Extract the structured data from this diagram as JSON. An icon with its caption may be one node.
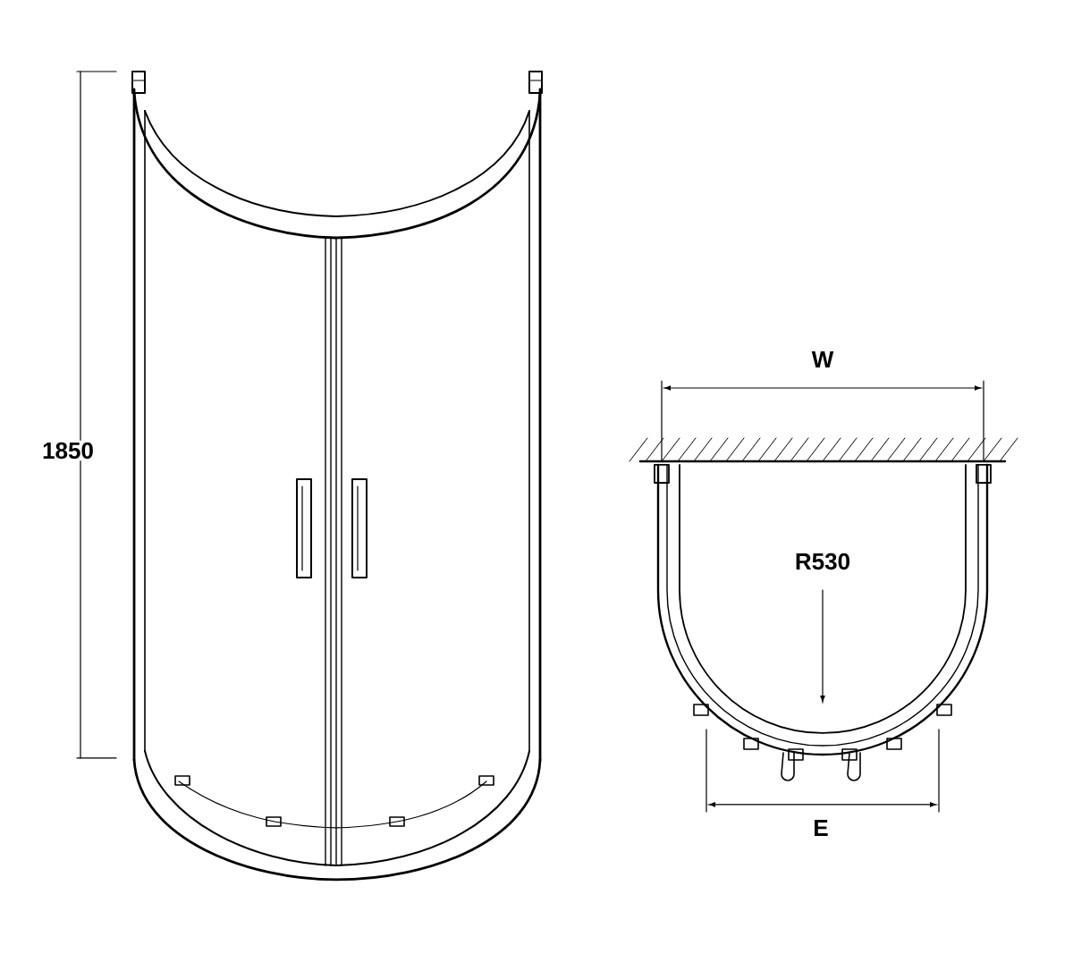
{
  "diagram": {
    "labels": [
      "1850",
      "W",
      "R530",
      "E"
    ]
  }
}
